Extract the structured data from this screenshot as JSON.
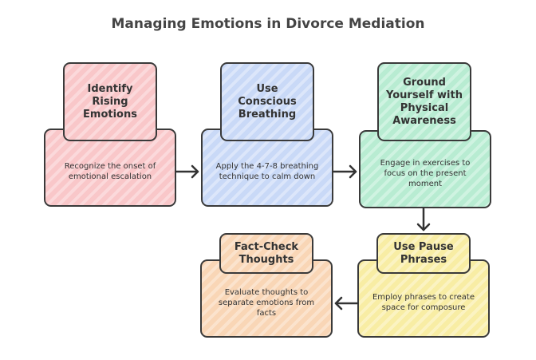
{
  "title": "Managing Emotions in Divorce Mediation",
  "steps": [
    {
      "heading": "Identify Rising Emotions",
      "description": "Recognize the onset of emotional escalation",
      "color": "#f9c7c9"
    },
    {
      "heading": "Use Conscious Breathing",
      "description": "Apply the 4-7-8 breathing technique to calm down",
      "color": "#c9d9f7"
    },
    {
      "heading": "Ground Yourself with Physical Awareness",
      "description": "Engage in exercises to focus on the present moment",
      "color": "#b8ecd2"
    },
    {
      "heading": "Use Pause Phrases",
      "description": "Employ phrases to create space for composure",
      "color": "#f8eda4"
    },
    {
      "heading": "Fact-Check Thoughts",
      "description": "Evaluate thoughts to separate emotions from facts",
      "color": "#f9d6b6"
    }
  ]
}
